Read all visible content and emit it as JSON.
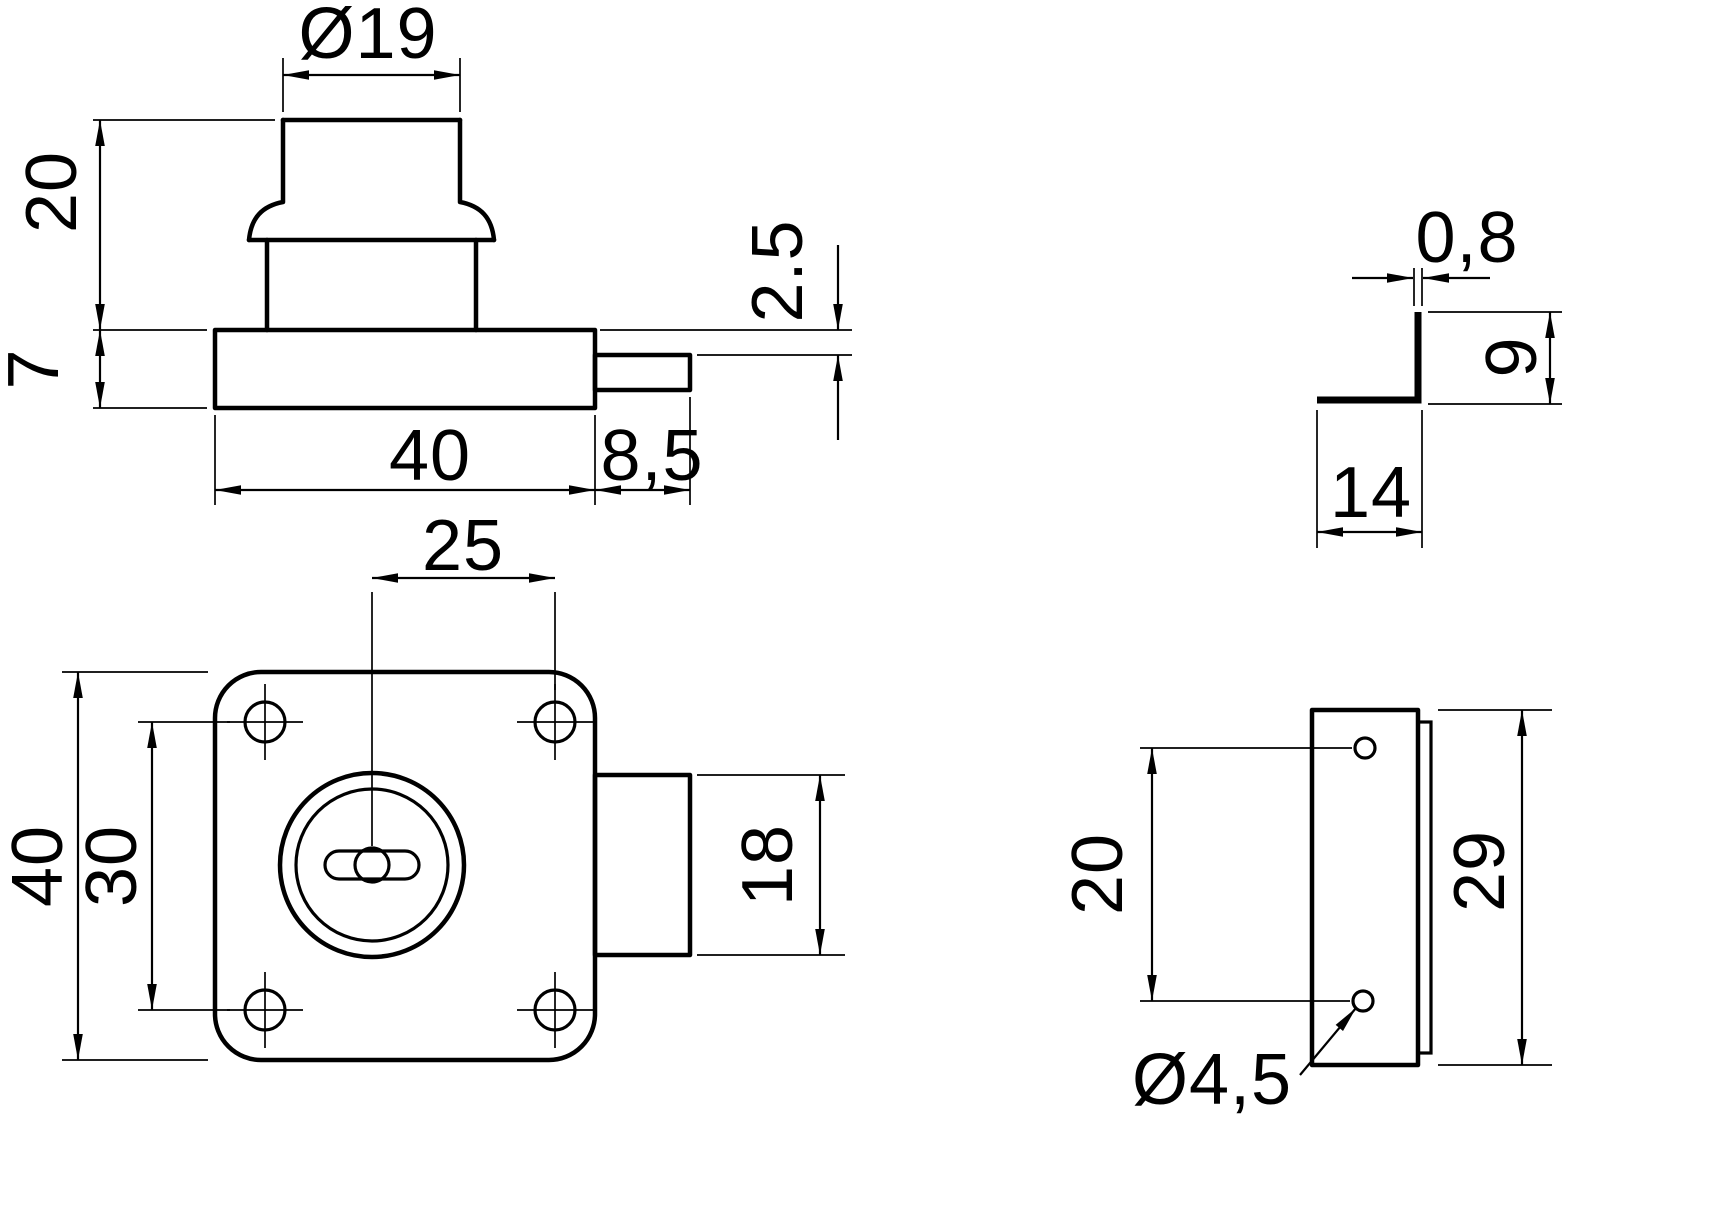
{
  "drawing": {
    "background": "#ffffff",
    "line_color": "#000000"
  },
  "views": {
    "lock_side": {
      "dims": {
        "cylinder_diameter": "Ø19",
        "cylinder_height": "20",
        "base_height": "7",
        "latch_offset": "2.5",
        "base_width": "40",
        "latch_length": "8,5"
      }
    },
    "lock_front": {
      "dims": {
        "key_to_hole": "25",
        "body_size": "40",
        "hole_spacing": "30",
        "latch_height": "18"
      }
    },
    "angle_bracket": {
      "dims": {
        "thickness": "0,8",
        "height": "9",
        "width": "14"
      }
    },
    "strike_plate": {
      "dims": {
        "hole_spacing": "20",
        "length": "29",
        "hole_diameter": "Ø4,5"
      }
    }
  }
}
